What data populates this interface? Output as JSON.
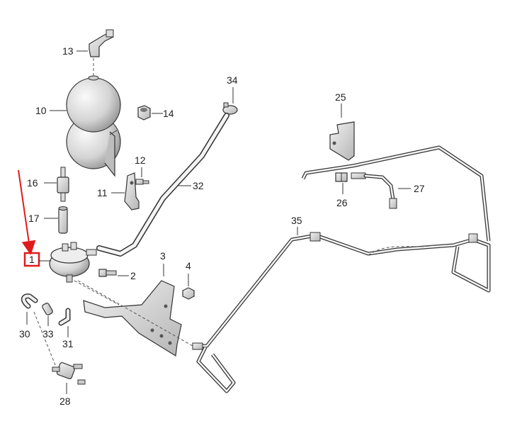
{
  "diagram": {
    "highlight_color": "#e01b1b",
    "part_fill": "#e9e9e9",
    "part_shadow": "#9a9a9a",
    "line_color": "#333333",
    "labels": {
      "p1": "1",
      "p2": "2",
      "p3": "3",
      "p4": "4",
      "p10": "10",
      "p11": "11",
      "p12": "12",
      "p13": "13",
      "p14": "14",
      "p16": "16",
      "p17": "17",
      "p25": "25",
      "p26": "26",
      "p27": "27",
      "p28": "28",
      "p30": "30",
      "p31": "31",
      "p32": "32",
      "p33": "33",
      "p34": "34",
      "p35": "35"
    }
  }
}
